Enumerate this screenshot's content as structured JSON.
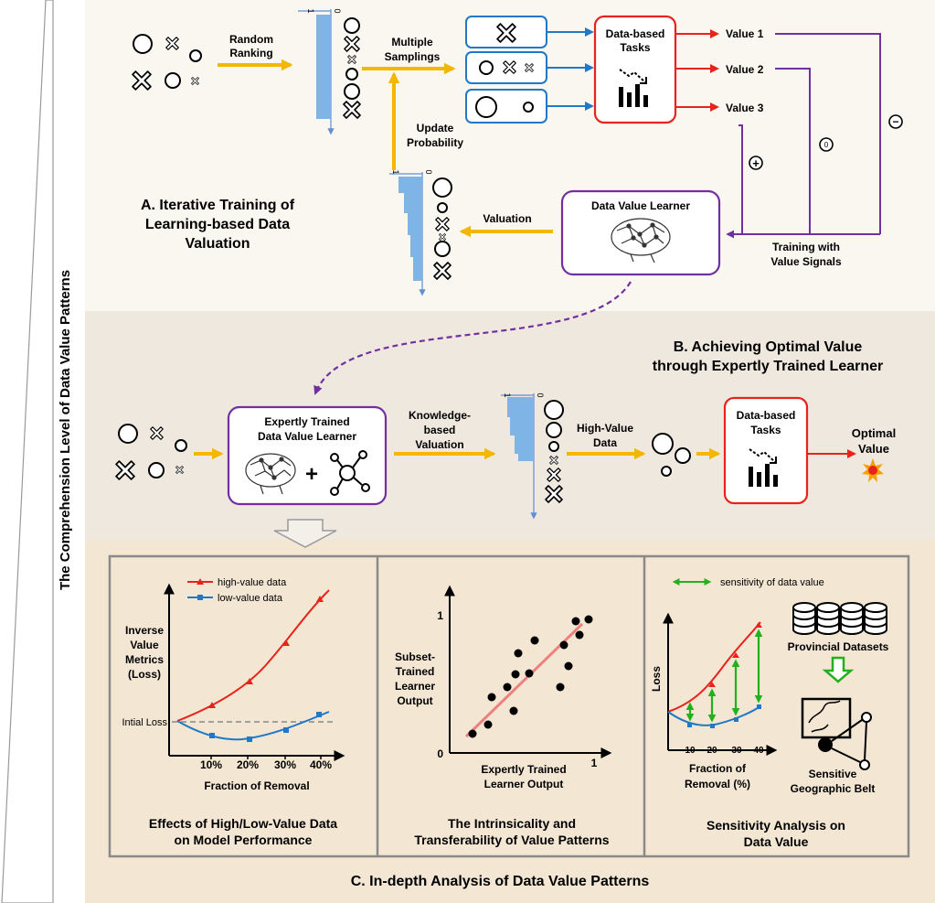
{
  "side_axis": {
    "label": "The Comprehension Level of Data Value Patterns"
  },
  "section_a": {
    "title": [
      "A. Iterative Training of",
      "Learning-based Data",
      "Valuation"
    ],
    "random_ranking": [
      "Random",
      "Ranking"
    ],
    "rank_axis_top": "1",
    "rank_axis_zero": "0",
    "multiple_samplings": [
      "Multiple",
      "Samplings"
    ],
    "update_probability": [
      "Update",
      "Probability"
    ],
    "tasks_box": [
      "Data-based",
      "Tasks"
    ],
    "value_labels": [
      "Value 1",
      "Value 2",
      "Value 3"
    ],
    "signal_plus": "+",
    "signal_zero": "0",
    "signal_minus": "−",
    "training_signals": [
      "Training with",
      "Value Signals"
    ],
    "learner_box": "Data Value Learner",
    "valuation": "Valuation"
  },
  "section_b": {
    "title": [
      "B. Achieving Optimal Value",
      "through Expertly Trained Learner"
    ],
    "expert_box": [
      "Expertly Trained",
      "Data Value Learner"
    ],
    "plus_sign": "+",
    "knowledge_valuation": [
      "Knowledge-",
      "based",
      "Valuation"
    ],
    "high_value_data": [
      "High-Value",
      "Data"
    ],
    "tasks_box": [
      "Data-based",
      "Tasks"
    ],
    "optimal_value": [
      "Optimal",
      "Value"
    ]
  },
  "section_c": {
    "title": "C. In-depth Analysis of Data Value Patterns",
    "panel1": {
      "caption": [
        "Effects of High/Low-Value Data",
        "on Model Performance"
      ],
      "legend": [
        "high-value data",
        "low-value data"
      ],
      "ylabel": [
        "Inverse",
        "Value",
        "Metrics",
        "(Loss)"
      ],
      "initial_loss_label": "Intial Loss",
      "xlabel": "Fraction of Removal",
      "xticks": [
        "10%",
        "20%",
        "30%",
        "40%"
      ]
    },
    "panel2": {
      "caption": [
        "The Intrinsicality and",
        "Transferability of Value Patterns"
      ],
      "ylabel": [
        "Subset-",
        "Trained",
        "Learner",
        "Output"
      ],
      "xlabel": [
        "Expertly Trained",
        "Learner Output"
      ],
      "y_ticks": [
        "1",
        "0"
      ],
      "x_tick": "1"
    },
    "panel3": {
      "caption": [
        "Sensitivity Analysis on",
        "Data Value"
      ],
      "legend": "sensitivity of data value",
      "ylabel": "Loss",
      "xlabel": [
        "Fraction of",
        "Removal (%)"
      ],
      "xticks": [
        "10",
        "20",
        "30",
        "40"
      ],
      "datasets_label": "Provincial Datasets",
      "belt_label": [
        "Sensitive",
        "Geographic Belt"
      ]
    }
  },
  "colors": {
    "accent_orange": "#f3b700",
    "accent_purple": "#7030a0",
    "accent_red": "#e8231c",
    "accent_blue": "#1f78c8",
    "accent_green": "#22b11c",
    "bar_blue": "#7fb4e6",
    "panel_bg": "#f3e6d3",
    "section_bg_a": "#faf6f0",
    "section_bg_b": "#efe8df"
  }
}
